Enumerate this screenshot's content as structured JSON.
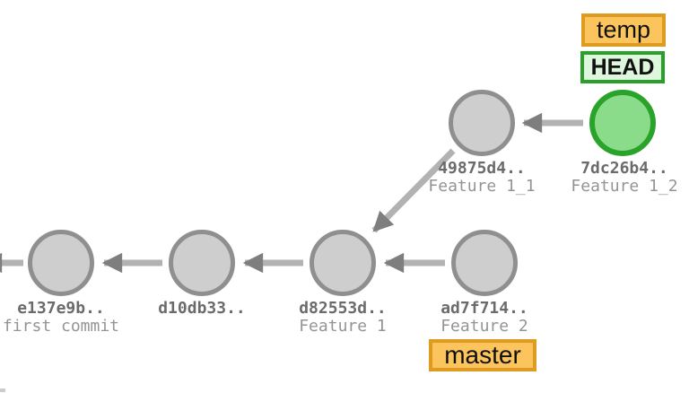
{
  "app": {
    "name": "git commit graph visualization"
  },
  "refs": {
    "temp": {
      "label": "temp",
      "type": "branch"
    },
    "head": {
      "label": "HEAD",
      "type": "head-pointer"
    },
    "master": {
      "label": "master",
      "type": "branch"
    }
  },
  "commits": [
    {
      "id": "e137e9b..",
      "message": "first commit",
      "state": "normal"
    },
    {
      "id": "d10db33..",
      "message": "",
      "state": "normal"
    },
    {
      "id": "d82553d..",
      "message": "Feature 1",
      "state": "normal"
    },
    {
      "id": "ad7f714..",
      "message": "Feature 2",
      "state": "normal"
    },
    {
      "id": "49875d4..",
      "message": "Feature 1_1",
      "state": "normal"
    },
    {
      "id": "7dc26b4..",
      "message": "Feature 1_2",
      "state": "checked-out-head"
    }
  ],
  "graph": {
    "edges": [
      "e137e9b -> offscreen-parent-left",
      "d10db33 -> e137e9b",
      "d82553d -> d10db33",
      "ad7f714 -> d82553d",
      "49875d4 -> d82553d",
      "7dc26b4 -> 49875d4"
    ]
  },
  "colors": {
    "node_fill": "#cecece",
    "node_stroke": "#8f8f8f",
    "head_node_fill": "#8adc8a",
    "head_node_stroke": "#29a329",
    "edge_line": "#b2b2b2",
    "edge_arrowhead": "#7e7e7e",
    "hash_text": "#6b6b6b",
    "message_text": "#949494",
    "branch_badge_fill": "#fbc45c",
    "branch_badge_border": "#df9b20",
    "head_badge_fill": "#ddf6dd",
    "head_badge_border": "#2aa02a",
    "background": "#ffffff"
  }
}
